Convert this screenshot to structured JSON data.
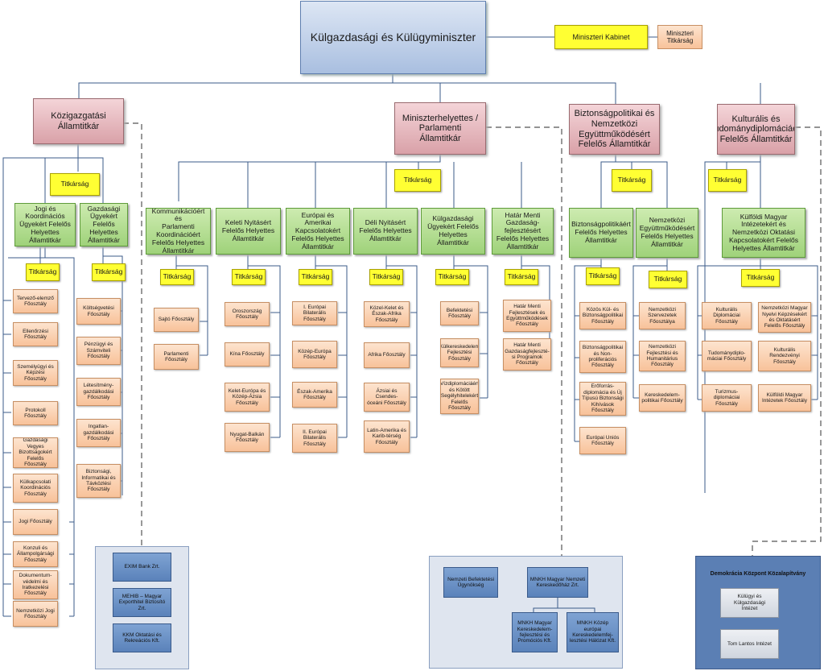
{
  "minister": "Külgazdasági és Külügyminiszter",
  "cabinet": "Miniszteri Kabinet",
  "cabinet_secretariat": "Miniszteri\nTitkárság",
  "secretariat_label": "Titkárság",
  "state_secretaries": [
    "Közigazgatási\nÁllamtitkár",
    "Miniszterhelyettes /\nParlamenti\nÁllamtitkár",
    "Biztonságpolitikai és\nNemzetközi\nEgyüttműködésért\nFelelős Államtitkár",
    "Kulturális és\nTudománydiplomáciáért\nFelelős Államtitkár"
  ],
  "admin_deputies": [
    "Jogi és\nKoordinációs\nÜgyekért Felelős\nHelyettes\nÁllamtitkár",
    "Gazdasági\nÜgyekért Felelős\nHelyettes\nÁllamtitkár"
  ],
  "admin_legal_depts": [
    "Tervező-elemző\nFőosztály",
    "Ellenőrzési\nFőosztály",
    "Személyügyi és\nKépzési Főosztály",
    "Protokoll\nFőosztály",
    "Gazdasági Vegyes\nBizottságokért\nFelelős Főosztály",
    "Külkapcsolati\nKoordinációs\nFőosztály",
    "Jogi Főosztály",
    "Konzuli és\nÁllampolgársági\nFőosztály",
    "Dokumentum-\nvédelmi és\nIratkezelési\nFőosztály",
    "Nemzetközi Jogi\nFőosztály"
  ],
  "admin_econ_depts": [
    "Költségvetési\nFőosztály",
    "Pénzügyi és\nSzámviteli\nFőosztály",
    "Létesítmény-\ngazdálkodási\nFőosztály",
    "Ingatlan-\ngazdálkodási\nFőosztály",
    "Biztonsági,\nInformatikai és\nTávközlési\nFőosztály"
  ],
  "admin_companies": [
    "EXIM Bank Zrt.",
    "MEHIB – Magyar\nExporthitel Biztosító\nZrt.",
    "KKM Oktatási és\nRekreációs Kft."
  ],
  "parl_deputies": [
    "Kommunikációért és\nParlamenti\nKoordinációért\nFelelős Helyettes\nÁllamtitkár",
    "Keleti Nyitásért\nFelelős Helyettes\nÁllamtitkár",
    "Európai és Amerikai\nKapcsolatokért\nFelelős Helyettes\nÁllamtitkár",
    "Déli Nyitásért\nFelelős Helyettes\nÁllamtitkár",
    "Külgazdasági\nÜgyekért Felelős\nHelyettes\nÁllamtitkár",
    "Határ Menti\nGazdaság-\nfejlesztésért\nFelelős Helyettes\nÁllamtitkár"
  ],
  "parl_depts": [
    [
      "Sajtó Főosztály",
      "Parlamenti\nFőosztály"
    ],
    [
      "Oroszország\nFőosztály",
      "Kína Főosztály",
      "Kelet-Európa és\nKözép-Ázsia\nFőosztály",
      "Nyugat-Balkán\nFőosztály"
    ],
    [
      "I. Európai\nBilaterális\nFőosztály",
      "Közép-Európa\nFőosztály",
      "Észak-Amerika\nFőosztály",
      "II. Európai\nBilaterális\nFőosztály"
    ],
    [
      "Közel-Kelet és\nÉszak-Afrika\nFőosztály",
      "Afrika Főosztály",
      "Ázsiai és Csendes-\nóceáni Főosztály",
      "Latin-Amerika és\nKarib-térség\nFőosztály"
    ],
    [
      "Befektetési\nFőosztály",
      "Külkereskedelem\nFejlesztési\nFőosztály",
      "Vízdiplomáciáért\nés Kötött\nSegélyhitelekért\nFelelős Főosztály"
    ],
    [
      "Határ Menti\nFejlesztések és\nEgyüttműködések\nFőosztály",
      "Határ Menti\nGazdaságfejleszté-\nsi Programok\nFőosztály"
    ]
  ],
  "parl_companies": {
    "left": "Nemzeti Befektetési\nÜgynökség",
    "top": "MNKH Magyar Nemzeti\nKereskedőház Zrt.",
    "sub": [
      "MNKH Magyar\nKereskedelem-\nfejlesztési és\nPromóciós Kft.",
      "MNKH Közép\neurópai\nKereskedelemfej-\nlesztési Hálózat Kft."
    ]
  },
  "security_deputies": [
    "Biztonságpolitikáért\nFelelős Helyettes\nÁllamtitkár",
    "Nemzetközi\nEgyüttműködésért\nFelelős Helyettes\nÁllamtitkár"
  ],
  "security_depts": [
    [
      "Közös Kül- és\nBiztonságpolitikai\nFőosztály",
      "Biztonságpolitikai\nés Non-\nproliferációs\nFőosztály",
      "Erőforrás-\ndiplomácia és Új\nTípusú Biztonsági\nKihívások Főosztály",
      "Európai Uniós\nFőosztály"
    ],
    [
      "Nemzetközi\nSzervezetek\nFőosztálya",
      "Nemzetközi\nFejlesztési és\nHumanitárius\nFőosztály",
      "Kereskedelem-\npolitikai Főosztály"
    ]
  ],
  "culture_deputy": "Külföldi Magyar\nIntézetekért és\nNemzetközi Oktatási\nKapcsolatokért Felelős\nHelyettes Államtitkár",
  "culture_depts": [
    [
      "Kulturális\nDiplomáciai\nFőosztály",
      "Tudománydiplo-\nmáciai Főosztály",
      "Turizmus-\ndiplomáciai\nFőosztály"
    ],
    [
      "Nemzetközi Magyar\nNyelvi Képzésekért\nés Oktatásért\nFelelős Főosztály",
      "Kulturális\nRendezvényi\nFőosztály",
      "Külföldi Magyar\nIntézetek Főosztály"
    ]
  ],
  "culture_panel": {
    "title": "Demokrácia Központ Közalapítvány",
    "items": [
      "Külügyi és Külgazdasági\nIntézet",
      "Tom Lantos Intézet"
    ]
  }
}
